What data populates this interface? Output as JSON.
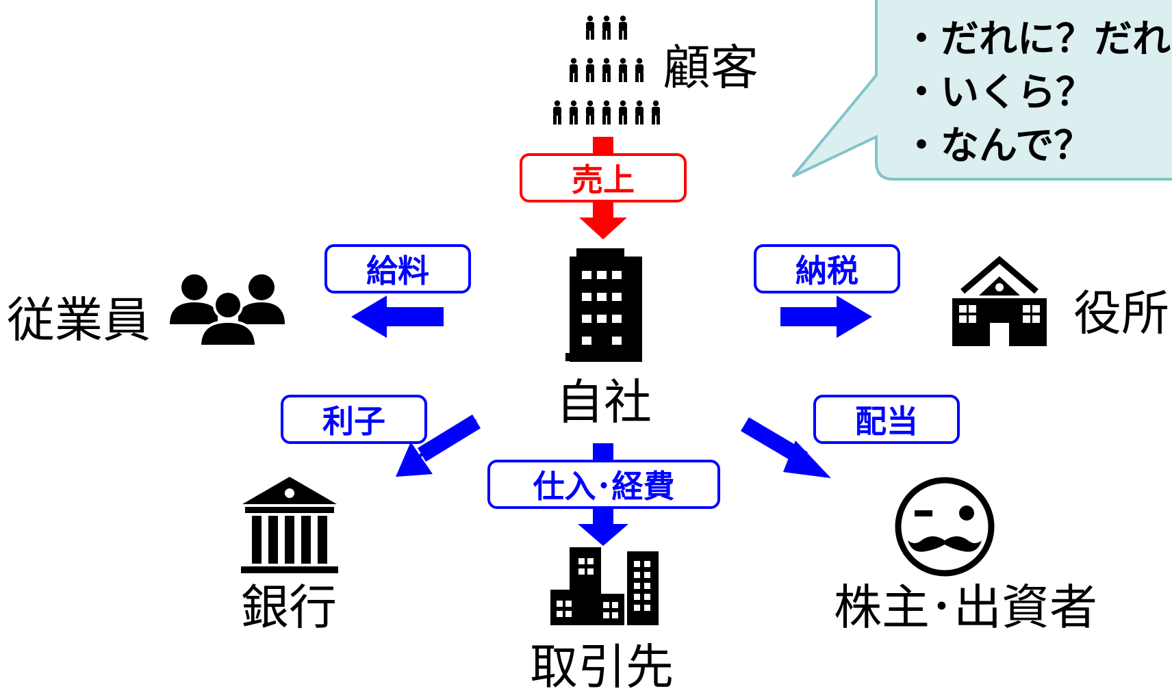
{
  "nodes": {
    "customers": "顧客",
    "company": "自社",
    "employees": "従業員",
    "government": "役所",
    "bank": "銀行",
    "suppliers": "取引先",
    "shareholders": "株主･出資者"
  },
  "flows": {
    "sales": "売上",
    "salary": "給料",
    "tax": "納税",
    "interest": "利子",
    "dividend": "配当",
    "purchase": "仕入･経費"
  },
  "callout": {
    "lines": [
      "・だれに？だれか",
      "・いくら？",
      "・なんで？"
    ]
  },
  "colors": {
    "inflow": "#ff0000",
    "outflow": "#0000ff",
    "callout_fill": "#dbeef0",
    "callout_border": "#80c4c8"
  },
  "icons": {
    "customers": "crowd-icon",
    "company": "office-building-icon",
    "employees": "users-icon",
    "government": "government-building-icon",
    "bank": "bank-icon",
    "suppliers": "buildings-icon",
    "shareholders": "mustache-face-icon"
  }
}
